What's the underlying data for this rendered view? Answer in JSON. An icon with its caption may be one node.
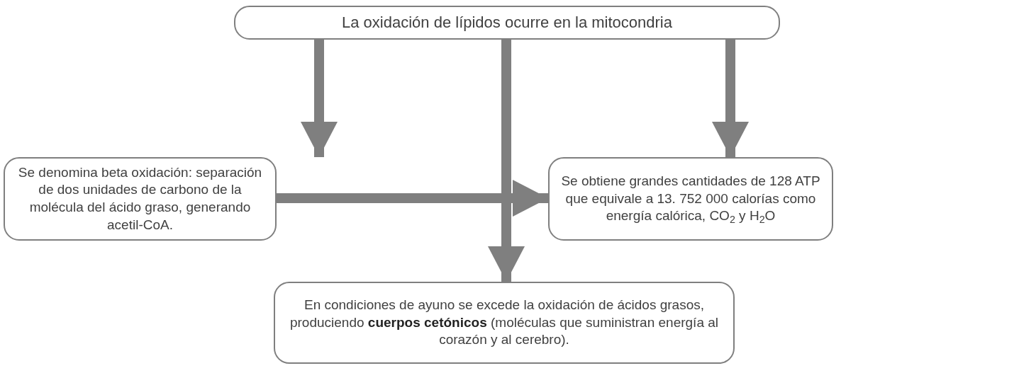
{
  "diagram": {
    "nodes": [
      {
        "text": [
          "La oxidación de lípidos ocurre en la mitocondria"
        ]
      },
      {
        "text": [
          "Se denomina beta oxidación: separación de dos unidades de carbono de la molécula del ácido graso, generando acetil-CoA."
        ]
      },
      {
        "text": [
          "Se obtiene grandes cantidades de 128 ATP que equivale a 13. 752 000 calorías como energía calórica, CO$_{2}$ y H$_{2}$O"
        ]
      },
      {
        "text": [
          "En condiciones de ayuno se excede la oxidación de ácidos grasos, produciendo **cuerpos cetónicos** (moléculas que suministran energía al corazón y al cerebro)."
        ]
      }
    ],
    "edges": [
      {
        "from": 0,
        "to": 1,
        "arrow": "to"
      },
      {
        "from": 0,
        "to": 2,
        "arrow": "to"
      },
      {
        "from": 0,
        "to": 3,
        "arrow": "to"
      },
      {
        "from": 1,
        "to": 2,
        "arrow": "to"
      }
    ]
  }
}
